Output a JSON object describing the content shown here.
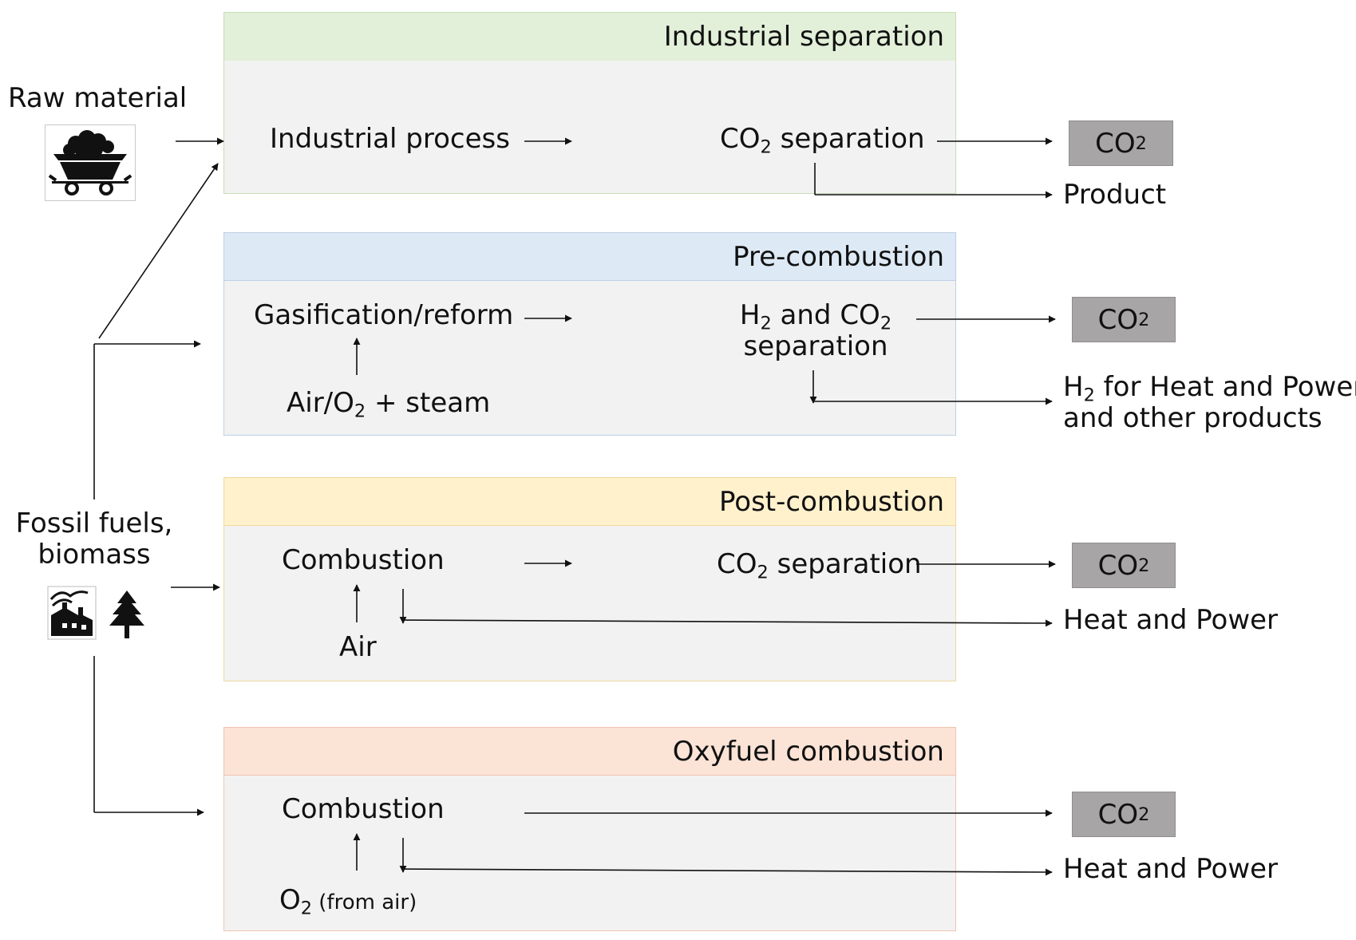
{
  "sources": {
    "raw_material": "Raw material",
    "fossil_line1": "Fossil fuels,",
    "fossil_line2": "biomass"
  },
  "panels": {
    "industrial": {
      "title": "Industrial separation",
      "process": "Industrial process",
      "separation_pre": "CO",
      "separation_sub": "2",
      "separation_post": " separation",
      "co2": "CO",
      "co2_sub": "2",
      "output": "Product",
      "header_color": "#e2efd9",
      "border_color": "#c5dfb4"
    },
    "precombustion": {
      "title": "Pre-combustion",
      "process": "Gasification/reform",
      "input_pre": "Air/O",
      "input_sub": "2",
      "input_post": " + steam",
      "sep_a": "H",
      "sep_a_sub": "2",
      "sep_b": " and CO",
      "sep_b_sub": "2",
      "sep_line2": "separation",
      "co2": "CO",
      "co2_sub": "2",
      "output_pre": "H",
      "output_sub": "2",
      "output_post": " for Heat and Power",
      "output_line2": "and other products",
      "header_color": "#dde9f4",
      "border_color": "#bcd1e6"
    },
    "postcombustion": {
      "title": "Post-combustion",
      "process": "Combustion",
      "input": "Air",
      "separation_pre": "CO",
      "separation_sub": "2",
      "separation_post": " separation",
      "co2": "CO",
      "co2_sub": "2",
      "output": "Heat and Power",
      "header_color": "#fff1cc",
      "border_color": "#efd99f"
    },
    "oxyfuel": {
      "title": "Oxyfuel combustion",
      "process": "Combustion",
      "input_pre": "O",
      "input_sub": "2",
      "input_note": " (from air)",
      "co2": "CO",
      "co2_sub": "2",
      "output": "Heat and Power",
      "header_color": "#fbe3d6",
      "border_color": "#f0c5b0"
    }
  },
  "icons": [
    "mine-cart-icon",
    "factory-icon",
    "tree-icon"
  ]
}
